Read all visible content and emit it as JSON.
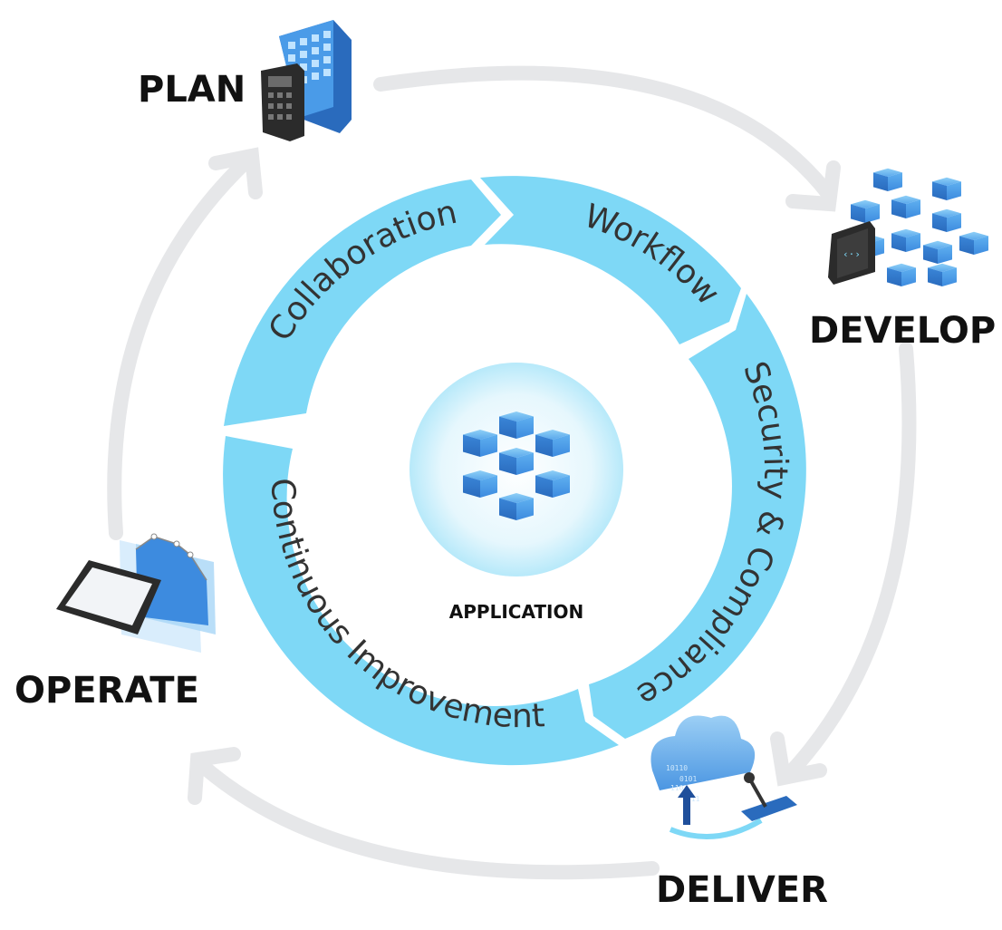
{
  "phases": {
    "plan": "PLAN",
    "develop": "DEVELOP",
    "deliver": "DELIVER",
    "operate": "OPERATE"
  },
  "ring": {
    "collaboration": "Collaboration",
    "workflow": "Workflow",
    "security": "Security & Compliance",
    "improvement": "Continuous Improvement"
  },
  "center": {
    "label": "APPLICATION"
  },
  "colors": {
    "ring_fill": "#7ED8F6",
    "outer_arrow": "#E6E7E9",
    "icon_blue": "#3D8BDF",
    "icon_dark": "#2B2B2B"
  }
}
